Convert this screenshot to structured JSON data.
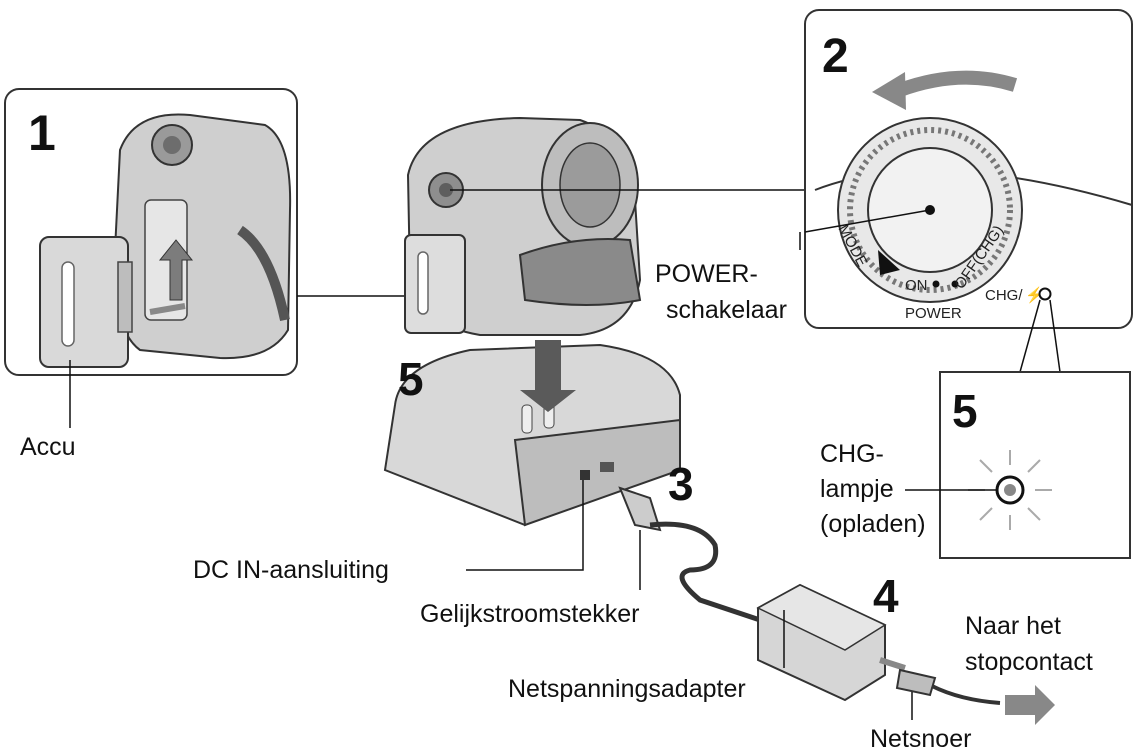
{
  "steps": {
    "step1": "1",
    "step2": "2",
    "step3": "3",
    "step4": "4",
    "step5_dock": "5",
    "step5_lamp": "5"
  },
  "labels": {
    "accu": "Accu",
    "power_switch_line1": "POWER-",
    "power_switch_line2": "schakelaar",
    "chg_lamp_line1": "CHG-",
    "chg_lamp_line2": "lampje",
    "chg_lamp_line3": "(opladen)",
    "dc_in": "DC IN-aansluiting",
    "dc_plug": "Gelijkstroomstekker",
    "adapter": "Netspanningsadapter",
    "outlet_line1": "Naar het",
    "outlet_line2": "stopcontact",
    "cord": "Netsnoer"
  },
  "dial": {
    "mode": "MODE",
    "on": "ON",
    "off": "OFF(CHG)",
    "power": "POWER",
    "chg": "CHG/"
  }
}
